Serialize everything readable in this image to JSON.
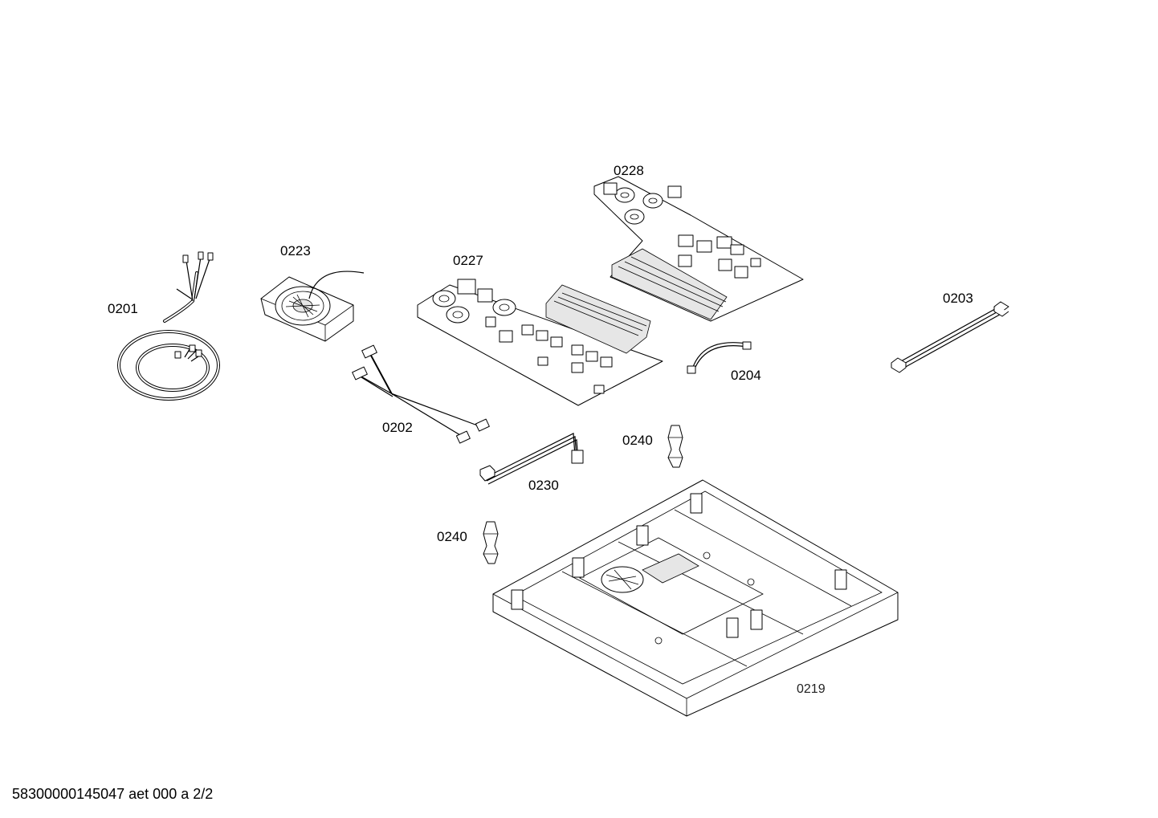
{
  "labels": {
    "p0201": "0201",
    "p0223": "0223",
    "p0227": "0227",
    "p0228": "0228",
    "p0203": "0203",
    "p0204": "0204",
    "p0202": "0202",
    "p0240_a": "0240",
    "p0230": "0230",
    "p0240_b": "0240",
    "p0219": "0219"
  },
  "footer": "58300000145047 aet 000 a 2/2"
}
